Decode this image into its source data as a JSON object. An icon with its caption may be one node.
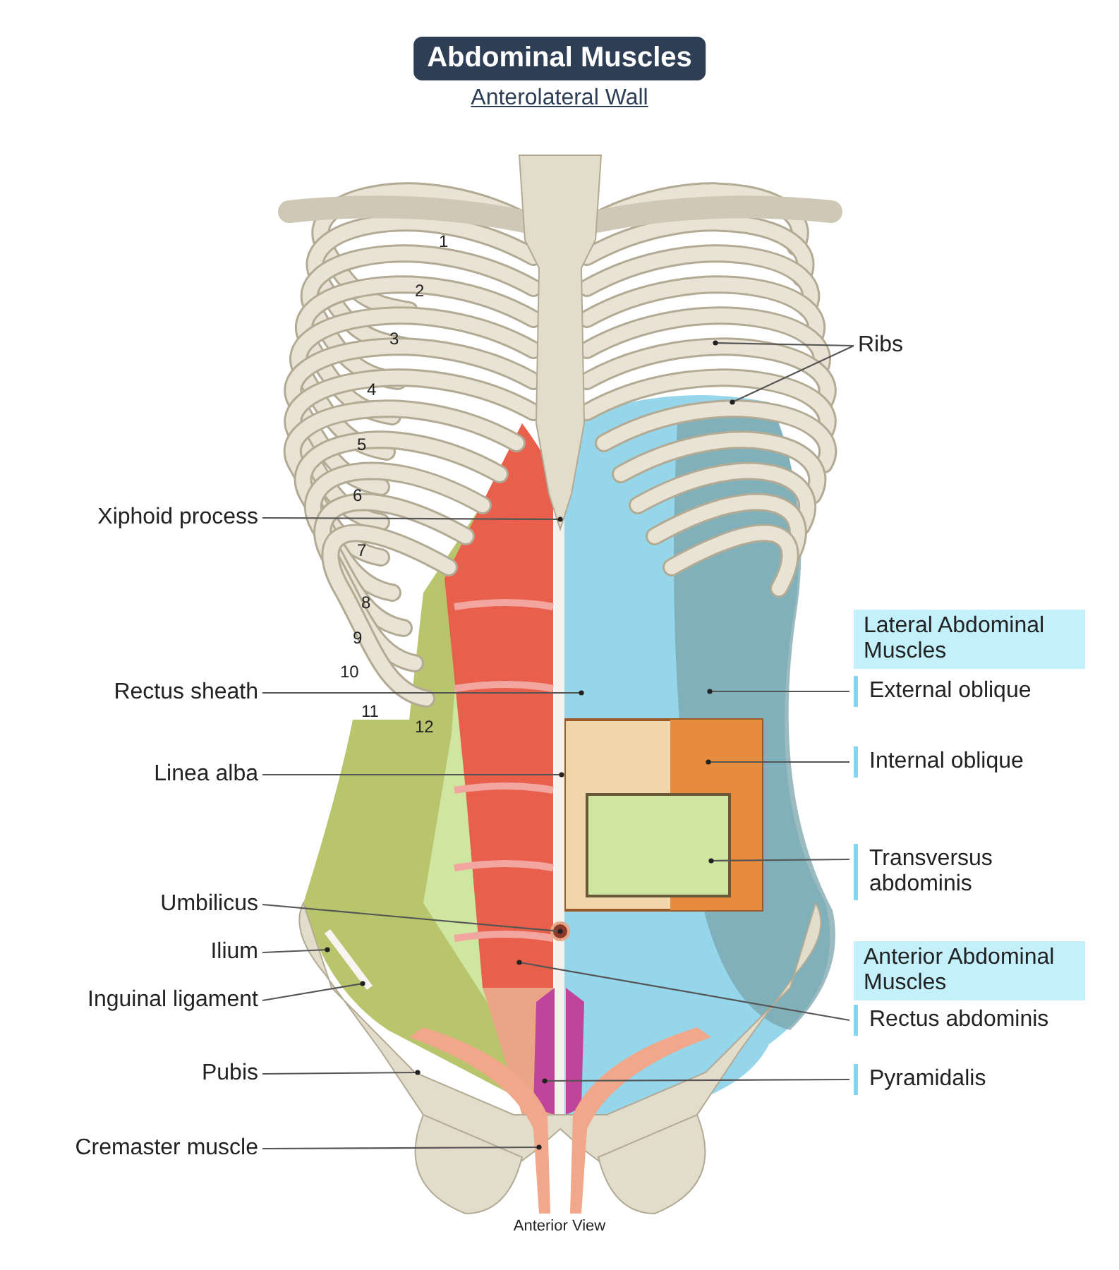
{
  "diagram": {
    "title": "Abdominal Muscles",
    "caption": "Anterior View",
    "nodes": [
      {
        "text": [
          "Ribs"
        ]
      },
      {
        "text": [
          "Xiphoid process"
        ]
      },
      {
        "text": [
          "Lateral Abdominal Muscles"
        ]
      },
      {
        "text": [
          "Rectus sheath"
        ]
      },
      {
        "text": [
          "External oblique"
        ]
      },
      {
        "text": [
          "Linea alba"
        ]
      },
      {
        "text": [
          "Internal oblique"
        ]
      },
      {
        "text": [
          "Transversus abdominis"
        ]
      },
      {
        "text": [
          "Umbilicus"
        ]
      },
      {
        "text": [
          "Ilium"
        ]
      },
      {
        "text": [
          "Anterior Abdominal Muscles"
        ]
      },
      {
        "text": [
          "Inguinal ligament"
        ]
      },
      {
        "text": [
          "Rectus abdominis"
        ]
      },
      {
        "text": [
          "Pubis"
        ]
      },
      {
        "text": [
          "Pyramidalis"
        ]
      },
      {
        "text": [
          "Cremaster muscle"
        ]
      }
    ],
    "edges": [
      {
        "from": 0,
        "to": null,
        "arrow": "other"
      },
      {
        "from": 0,
        "to": null,
        "arrow": "other"
      },
      {
        "from": 1,
        "to": null,
        "arrow": "other"
      },
      {
        "from": 3,
        "to": null,
        "arrow": "other"
      },
      {
        "from": 4,
        "to": null,
        "arrow": "other"
      },
      {
        "from": 5,
        "to": null,
        "arrow": "other"
      },
      {
        "from": 6,
        "to": null,
        "arrow": "other"
      },
      {
        "from": 7,
        "to": null,
        "arrow": "other"
      },
      {
        "from": 8,
        "to": null,
        "arrow": "other"
      },
      {
        "from": 9,
        "to": null,
        "arrow": "other"
      },
      {
        "from": 11,
        "to": null,
        "arrow": "other"
      },
      {
        "from": 12,
        "to": null,
        "arrow": "other"
      },
      {
        "from": 13,
        "to": null,
        "arrow": "other"
      },
      {
        "from": 14,
        "to": null,
        "arrow": "other"
      },
      {
        "from": 15,
        "to": null,
        "arrow": "other"
      }
    ],
    "labels": [
      "Anterolateral Wall",
      "1",
      "2",
      "3",
      "4",
      "5",
      "6",
      "7",
      "8",
      "9",
      "10",
      "11",
      "12"
    ]
  }
}
